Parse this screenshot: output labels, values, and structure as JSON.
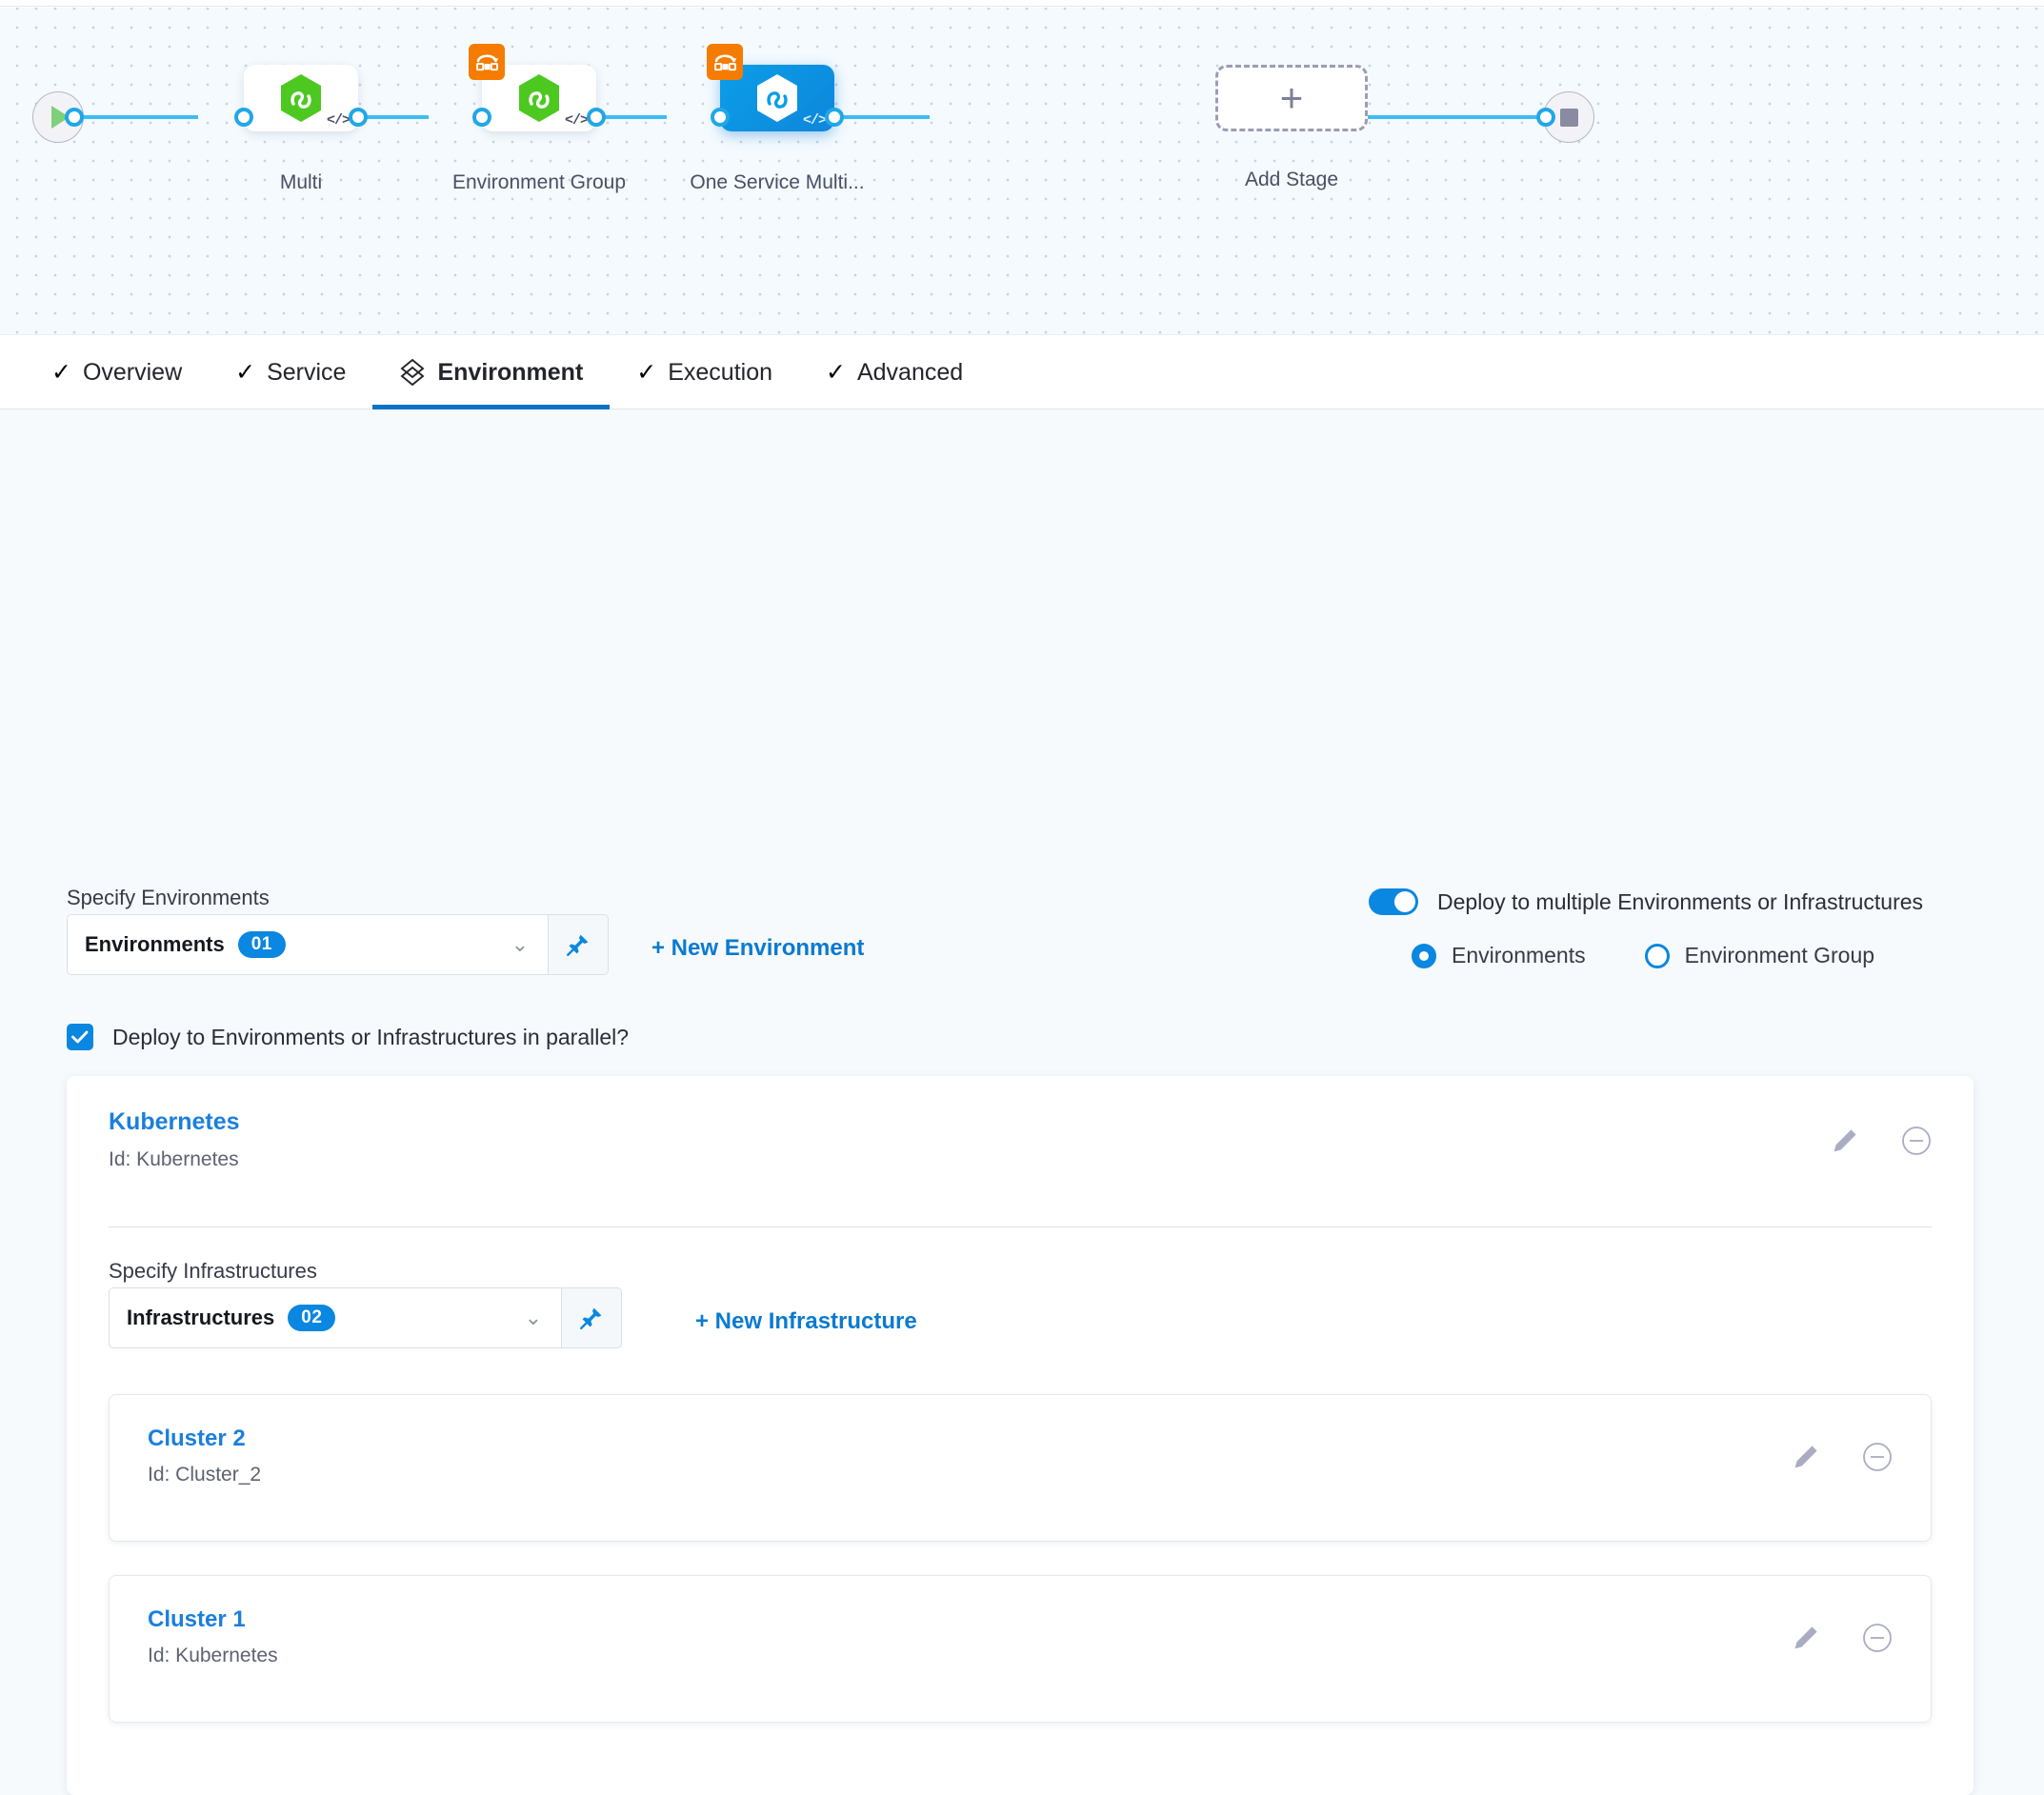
{
  "pipeline": {
    "start_icon": "play-icon",
    "end_icon": "stop-icon",
    "nodes": [
      {
        "label": "Multi",
        "icon": "harness-hex-icon",
        "code_icon": "code-icon",
        "selected": false,
        "loop_badge": false
      },
      {
        "label": "Environment Group",
        "icon": "harness-hex-icon",
        "code_icon": "code-icon",
        "selected": false,
        "loop_badge": true
      },
      {
        "label": "One Service Multi...",
        "icon": "harness-hex-icon",
        "code_icon": "code-icon",
        "selected": true,
        "loop_badge": true
      }
    ],
    "add_stage": {
      "label": "Add Stage",
      "icon": "plus-icon"
    }
  },
  "tabs": [
    {
      "label": "Overview",
      "icon": "check-icon",
      "active": false
    },
    {
      "label": "Service",
      "icon": "check-icon",
      "active": false
    },
    {
      "label": "Environment",
      "icon": "layers-icon",
      "active": true
    },
    {
      "label": "Execution",
      "icon": "check-icon",
      "active": false
    },
    {
      "label": "Advanced",
      "icon": "check-icon",
      "active": false
    }
  ],
  "environments_section": {
    "title": "Specify Environments",
    "select_value": "Environments",
    "select_count": "01",
    "caret_icon": "chevron-down-icon",
    "pin_icon": "pin-icon",
    "new_link": "+ New Environment"
  },
  "multi_deploy": {
    "toggle_label": "Deploy to multiple Environments or Infrastructures",
    "toggle_on": true,
    "radios": [
      {
        "label": "Environments",
        "selected": true
      },
      {
        "label": "Environment Group",
        "selected": false
      }
    ]
  },
  "parallel_checkbox": {
    "label": "Deploy to Environments or Infrastructures in parallel?",
    "checked": true,
    "check_icon": "check-icon"
  },
  "environment_card": {
    "name": "Kubernetes",
    "id": "Id: Kubernetes",
    "edit_icon": "pencil-icon",
    "remove_icon": "minus-circle-icon"
  },
  "infrastructures_section": {
    "title": "Specify Infrastructures",
    "select_value": "Infrastructures",
    "select_count": "02",
    "caret_icon": "chevron-down-icon",
    "pin_icon": "pin-icon",
    "new_link": "+ New Infrastructure"
  },
  "infrastructures": [
    {
      "name": "Cluster 2",
      "id": "Id: Cluster_2",
      "edit_icon": "pencil-icon",
      "remove_icon": "minus-circle-icon"
    },
    {
      "name": "Cluster 1",
      "id": "Id: Kubernetes",
      "edit_icon": "pencil-icon",
      "remove_icon": "minus-circle-icon"
    }
  ],
  "colors": {
    "accent_blue": "#0a87e0",
    "link_blue": "#1b7fdc",
    "edge_blue": "#3dbcf3",
    "node_green": "#4dc820",
    "badge_orange": "#f57c00",
    "tab_underline": "#0a73c7",
    "page_bg": "#f6fafd"
  }
}
